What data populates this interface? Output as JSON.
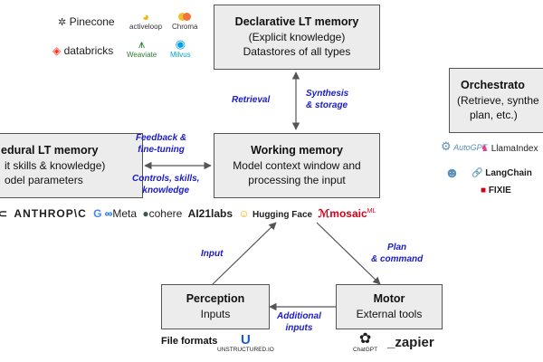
{
  "boxes": {
    "declarative": {
      "title": "Declarative LT memory",
      "line1": "(Explicit knowledge)",
      "line2": "Datastores of all types"
    },
    "procedural": {
      "title": "edural LT memory",
      "line1": "it skills & knowledge)",
      "line2": "odel parameters"
    },
    "working": {
      "title": "Working memory",
      "line1": "Model context window and",
      "line2": "processing the input"
    },
    "orchestrator": {
      "title": "Orchestrato",
      "line1": "(Retrieve, synthe",
      "line2": "plan, etc.)"
    },
    "perception": {
      "title": "Perception",
      "line1": "Inputs"
    },
    "motor": {
      "title": "Motor",
      "line1": "External tools"
    }
  },
  "edge_labels": {
    "retrieval": "Retrieval",
    "synthesis": "Synthesis",
    "storage": "& storage",
    "feedback": "Feedback &",
    "finetuning": "fine-tuning",
    "controls": "Controls, skills,",
    "knowledge": "knowledge",
    "input": "Input",
    "plan": "Plan",
    "command": "& command",
    "additional": "Additional",
    "inputs": "inputs"
  },
  "logos": {
    "datastores": [
      "Pinecone",
      "activeloop",
      "Chroma",
      "databricks",
      "Weaviate",
      "Milvus"
    ],
    "models": [
      "ANTHROP\\C",
      "Meta",
      "cohere",
      "AI21labs",
      "Hugging Face",
      "mosaic",
      "ML"
    ],
    "orchestrators": [
      "AutoGPT",
      "LlamaIndex",
      "LangChain",
      "FIXIE"
    ],
    "file_formats_label": "File formats",
    "file_formats_tool": "UNSTRUCTURED.IO",
    "motor_tools": [
      "ChatGPT",
      "_zapier"
    ]
  },
  "colors": {
    "box_fill": "#ececec",
    "edge_label": "#1a1acc",
    "pinecone": "#1f1f1f",
    "activeloop": "#f5b400",
    "chroma": "#f2743b",
    "databricks": "#ff3621",
    "weaviate": "#2d7d32",
    "milvus": "#00a1ea",
    "cohere": "#39594d",
    "mosaic": "#d0021b",
    "zapier": "#ff4a00"
  }
}
